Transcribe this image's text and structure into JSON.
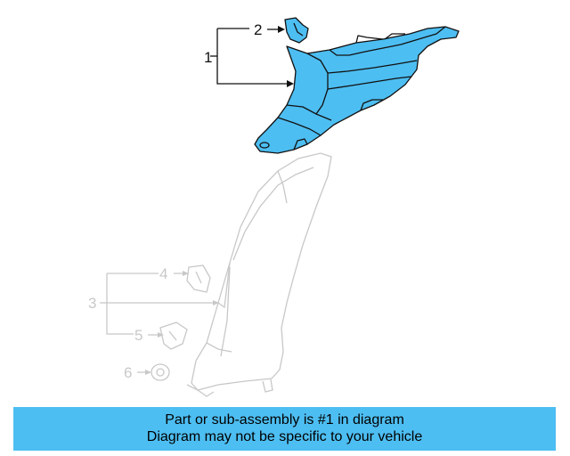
{
  "callouts": {
    "c1": "1",
    "c2": "2",
    "c3": "3",
    "c4": "4",
    "c5": "5",
    "c6": "6"
  },
  "banner": {
    "line1": "Part or sub-assembly is #1 in diagram",
    "line2": "Diagram may not be specific to your vehicle"
  },
  "colors": {
    "highlight": "#4dbef2",
    "outline": "#111111",
    "faded": "#c8c8c8"
  }
}
